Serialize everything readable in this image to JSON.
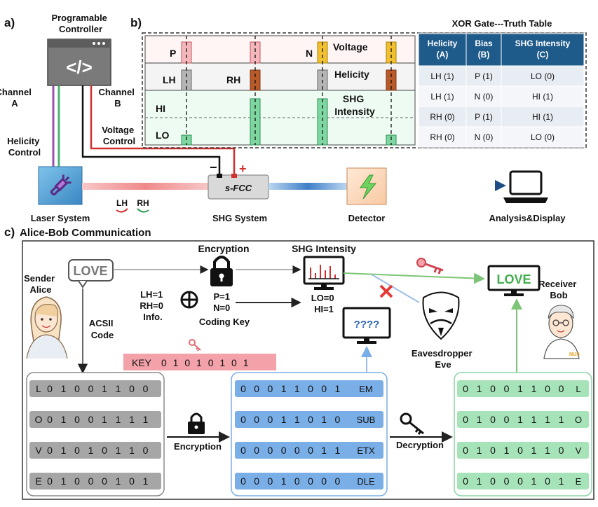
{
  "panel_a": {
    "label": "a)",
    "controller_title": "Programable\nController",
    "code_glyph": "</>",
    "channel_a": "Channel\nA",
    "channel_b": "Channel\nB",
    "helicity_control": "Helicity\nControl",
    "voltage_control": "Voltage\nControl",
    "laser_label": "Laser System",
    "lh": "LH",
    "rh": "RH",
    "minus": "−",
    "plus": "+",
    "sfcc": "s-FCC",
    "shg_label": "SHG System",
    "detector_label": "Detector",
    "analysis_label": "Analysis&Display"
  },
  "panel_b": {
    "label": "b)",
    "rows": {
      "p": "P",
      "n": "N",
      "voltage": "Voltage",
      "lh": "LH",
      "rh": "RH",
      "helicity": "Helicity",
      "hi": "HI",
      "shg": "SHG\nIntensity",
      "lo": "LO"
    },
    "truth_table": {
      "title": "XOR Gate---Truth Table",
      "headers": [
        "Helicity\n(A)",
        "Bias\n(B)",
        "SHG Intensity\n(C)"
      ],
      "rows": [
        [
          "LH (1)",
          "P (1)",
          "LO (0)"
        ],
        [
          "LH (1)",
          "N (0)",
          "HI (1)"
        ],
        [
          "RH (0)",
          "P (1)",
          "HI (1)"
        ],
        [
          "RH (0)",
          "N (0)",
          "LO (0)"
        ]
      ]
    }
  },
  "panel_c": {
    "label": "c)",
    "title": "Alice-Bob Communication",
    "sender": "Sender\nAlice",
    "message": "LOVE",
    "ascii_code": "ACSII\nCode",
    "encryption_title": "Encryption",
    "shg_intensity": "SHG Intensity",
    "info": "LH=1\nRH=0\nInfo.",
    "coding_key": "P=1\nN=0\nCoding Key",
    "lohi": "LO=0\nHI=1",
    "unknown": "????",
    "eve": "Eavesdropper\nEve",
    "receiver": "Receiver\nBob",
    "received": "LOVE",
    "key_label": "KEY",
    "key_bits": "0 1 0 1 0 1 0 1",
    "encryption_label": "Encryption",
    "decryption_label": "Decryption",
    "badge": "NUS",
    "plain_rows": [
      {
        "char": "L",
        "bits": "0 1 0 0 1 1 0 0"
      },
      {
        "char": "O",
        "bits": "0 1 0 0 1 1 1 1"
      },
      {
        "char": "V",
        "bits": "0 1 0 1 0 1 1 0"
      },
      {
        "char": "E",
        "bits": "0 1 0 0 0 1 0 1"
      }
    ],
    "cipher_rows": [
      {
        "bits": "0 0 0 1 1 0 0 1",
        "code": "EM"
      },
      {
        "bits": "0 0 0 1 1 0 1 0",
        "code": "SUB"
      },
      {
        "bits": "0 0 0 0 0 0 1 1",
        "code": "ETX"
      },
      {
        "bits": "0 0 0 1 0 0 0 0",
        "code": "DLE"
      }
    ],
    "decrypt_rows": [
      {
        "bits": "0 1 0 0 1 1 0 0",
        "char": "L"
      },
      {
        "bits": "0 1 0 0 1 1 1 1",
        "char": "O"
      },
      {
        "bits": "0 1 0 1 0 1 1 0",
        "char": "V"
      },
      {
        "bits": "0 1 0 0 0 1 0 1",
        "char": "E"
      }
    ]
  },
  "colors": {
    "header_blue": "#1f5b8a",
    "pink": "#f4b8bc",
    "yellow": "#f0c030",
    "gray_bar": "#b5b5b5",
    "brown": "#b85a2a",
    "green_bar": "#7ed6a0",
    "plain_gray": "#a6a6a6",
    "cipher_blue": "#7aaee6",
    "decrypt_green": "#a6e3b8",
    "key_pink": "#f2a2a8"
  }
}
